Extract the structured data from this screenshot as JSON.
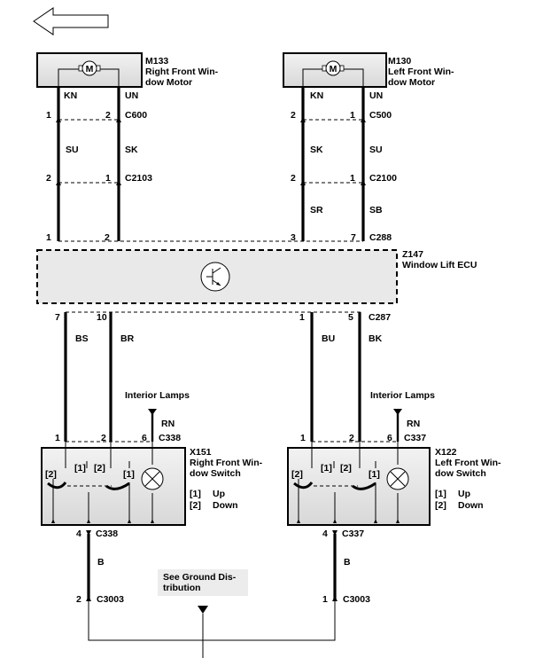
{
  "nav": {
    "back_icon": "arrow-left-icon"
  },
  "motors": {
    "right": {
      "code": "M133",
      "name1": "Right Front Win-",
      "name2": "dow Motor",
      "symbol": "M",
      "wire_a": "KN",
      "wire_b": "UN"
    },
    "left": {
      "code": "M130",
      "name1": "Left Front Win-",
      "name2": "dow Motor",
      "symbol": "M",
      "wire_a": "KN",
      "wire_b": "UN"
    }
  },
  "connectors": {
    "c600": {
      "name": "C600",
      "pin_a": "1",
      "pin_b": "2"
    },
    "c500": {
      "name": "C500",
      "pin_a": "2",
      "pin_b": "1"
    },
    "c2103": {
      "name": "C2103",
      "pin_a": "2",
      "pin_b": "1"
    },
    "c2100": {
      "name": "C2100",
      "pin_a": "2",
      "pin_b": "1"
    },
    "c288": {
      "name": "C288",
      "pins": [
        "1",
        "2",
        "3",
        "7"
      ]
    },
    "c287": {
      "name": "C287",
      "pins": [
        "7",
        "10",
        "1",
        "5"
      ]
    },
    "c338_top": {
      "name": "C338",
      "pins": [
        "1",
        "2",
        "6"
      ]
    },
    "c337_top": {
      "name": "C337",
      "pins": [
        "1",
        "2",
        "6"
      ]
    },
    "c338_bottom": {
      "name": "C338",
      "pin": "4"
    },
    "c337_bottom": {
      "name": "C337",
      "pin": "4"
    },
    "c3003_left": {
      "name": "C3003",
      "pin": "2"
    },
    "c3003_right": {
      "name": "C3003",
      "pin": "1"
    }
  },
  "wires": {
    "right_mid": [
      "SU",
      "SK"
    ],
    "left_mid": [
      "SK",
      "SU"
    ],
    "left_low": [
      "SR",
      "SB"
    ],
    "ecu_out": [
      "BS",
      "BR",
      "BU",
      "BK"
    ],
    "lamp_right": "RN",
    "lamp_left": "RN",
    "ground_right": "B",
    "ground_left": "B"
  },
  "ecu": {
    "code": "Z147",
    "name": "Window Lift ECU"
  },
  "lamps": {
    "right_label": "Interior Lamps",
    "left_label": "Interior Lamps"
  },
  "switches": {
    "right": {
      "code": "X151",
      "name1": "Right Front Win-",
      "name2": "dow Switch",
      "legend": [
        {
          "key": "[1]",
          "val": "Up"
        },
        {
          "key": "[2]",
          "val": "Down"
        }
      ],
      "contacts": [
        "[1]",
        "[2]",
        "[1]",
        "[2]"
      ]
    },
    "left": {
      "code": "X122",
      "name1": "Left Front Win-",
      "name2": "dow Switch",
      "legend": [
        {
          "key": "[1]",
          "val": "Up"
        },
        {
          "key": "[2]",
          "val": "Down"
        }
      ],
      "contacts": [
        "[1]",
        "[2]",
        "[1]",
        "[2]"
      ]
    }
  },
  "ground_note": {
    "line1": "See Ground Dis-",
    "line2": "tribution"
  }
}
